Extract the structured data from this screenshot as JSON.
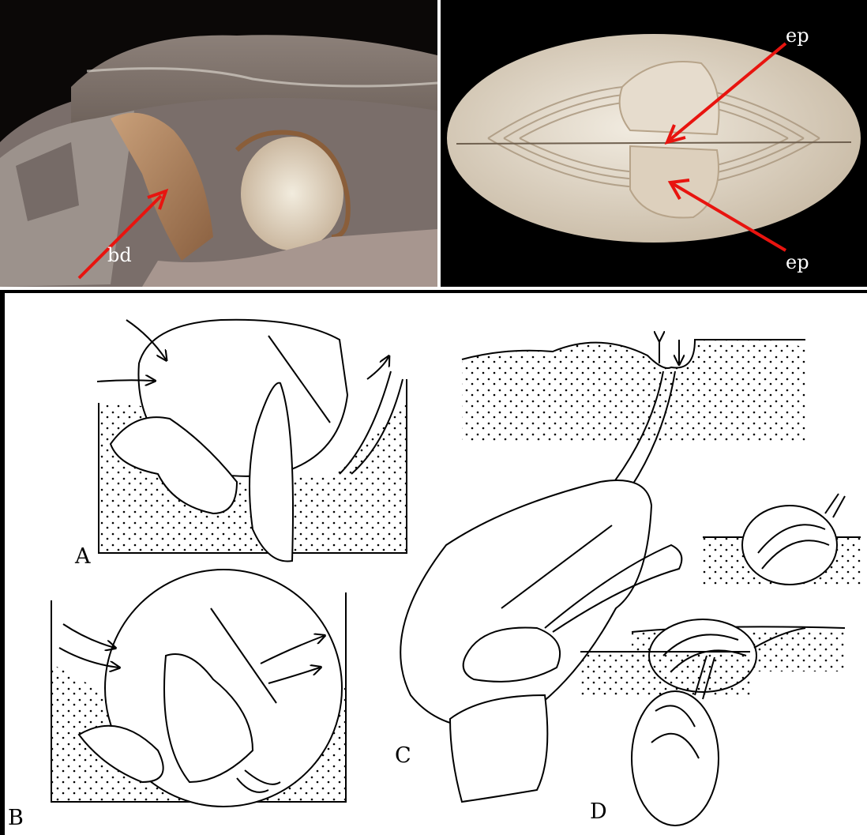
{
  "figure": {
    "photos": [
      {
        "id": "hinge-photo",
        "arrow_labels": [
          "bd"
        ]
      },
      {
        "id": "shell-photo",
        "arrow_labels": [
          "ep",
          "ep"
        ]
      }
    ],
    "sketch_panels": [
      "A",
      "B",
      "C",
      "D"
    ]
  },
  "colors": {
    "arrow": "#e8140f",
    "photo_background": "#000000",
    "ink": "#000000",
    "shell": "#d9cbb5"
  }
}
